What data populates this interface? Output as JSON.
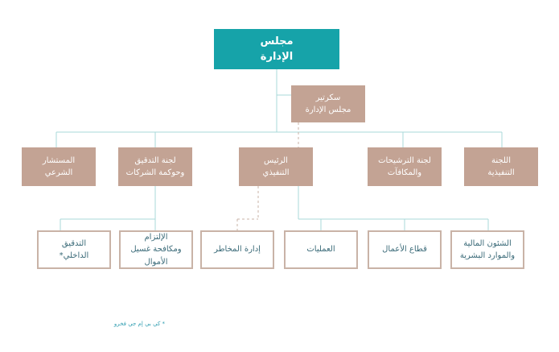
{
  "colors": {
    "teal": "#16a3a9",
    "tan": "#c3a394",
    "outline": "#c9b3a7",
    "text_dark": "#3a6a78",
    "lines": "#a8d8da",
    "footnote": "#2f9db0"
  },
  "board": {
    "label": "مجلس\nالإدارة"
  },
  "secretary": {
    "label": "سكرتير\nمجلس الإدارة"
  },
  "level2": {
    "legal_advisor": "المستشار\nالشرعي",
    "audit_committee": "لجنة التدقيق\nوحوكمة الشركات",
    "ceo": "الرئيس\nالتنفيذي",
    "nominations_committee": "لجنة الترشيحات\nوالمكافآت",
    "executive_committee": "اللجنة\nالتنفيذية"
  },
  "level3": {
    "internal_audit": "التدقيق\nالداخلي*",
    "compliance": "الإلتزام\nومكافحة غسيل\nالأموال",
    "risk": "إدارة المخاطر",
    "operations": "العمليات",
    "business": "قطاع الأعمال",
    "finance_hr": "الشئون المالية\nوالموارد البشرية"
  },
  "footnote": "* كي بي إم جي فخرو"
}
